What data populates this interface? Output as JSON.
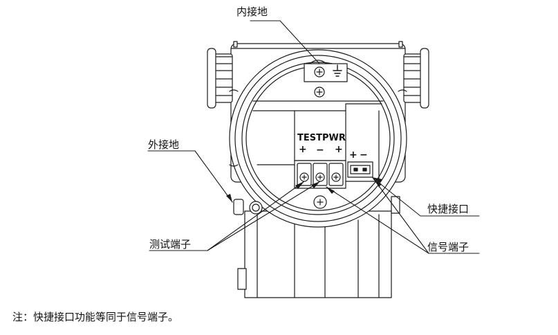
{
  "labels": {
    "internal_ground": "内接地",
    "external_ground": "外接地",
    "test_terminals": "测试端子",
    "quick_connector": "快捷接口",
    "signal_terminals": "信号端子"
  },
  "panel": {
    "test": "TEST",
    "pwr": "PWR",
    "test_plus": "+",
    "test_minus": "−",
    "pwr_plus": "+",
    "quick_plus": "+",
    "quick_minus": "−"
  },
  "note": "注：快捷接口功能等同于信号端子。"
}
